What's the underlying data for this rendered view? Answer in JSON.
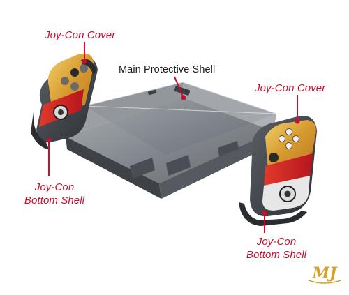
{
  "labels": {
    "joycon_cover_left": "Joy-Con Cover",
    "main_shell": "Main Protective Shell",
    "joycon_cover_right": "Joy-Con Cover",
    "joycon_bottom_left_line1": "Joy-Con",
    "joycon_bottom_left_line2": "Bottom Shell",
    "joycon_bottom_right_line1": "Joy-Con",
    "joycon_bottom_right_line2": "Bottom Shell"
  },
  "logo": {
    "text": "MJ"
  },
  "colors": {
    "label_red": "#c8102e",
    "shell_gray": "#55585e",
    "cover_gold": "#d9a23a",
    "cover_red": "#c8202a"
  }
}
